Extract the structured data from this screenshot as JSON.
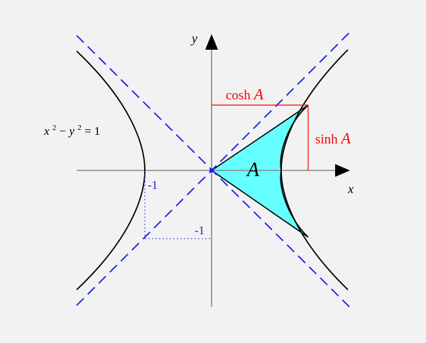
{
  "labels": {
    "x_axis": "x",
    "y_axis": "y",
    "equation_lhs_x": "x",
    "equation_lhs_y": "y",
    "equation_sup_x": "2",
    "equation_sup_y": "2",
    "equation_minus": " − ",
    "equation_rhs": " = 1",
    "cosh_text": "cosh ",
    "cosh_var": "A",
    "sinh_text": "sinh ",
    "sinh_var": "A",
    "area_label": "A",
    "neg_one_x": "-1",
    "neg_one_y": "-1"
  },
  "colors": {
    "background": "#f2f2f2",
    "hyperbola": "#000000",
    "axes": "#8a8a8a",
    "asymptotes": "#1a1aee",
    "cosh_sinh_lines": "#ff0000",
    "region_fill": "#66ffff",
    "dotted_guides": "#3333ee",
    "neg_labels": "#2222cc"
  }
}
